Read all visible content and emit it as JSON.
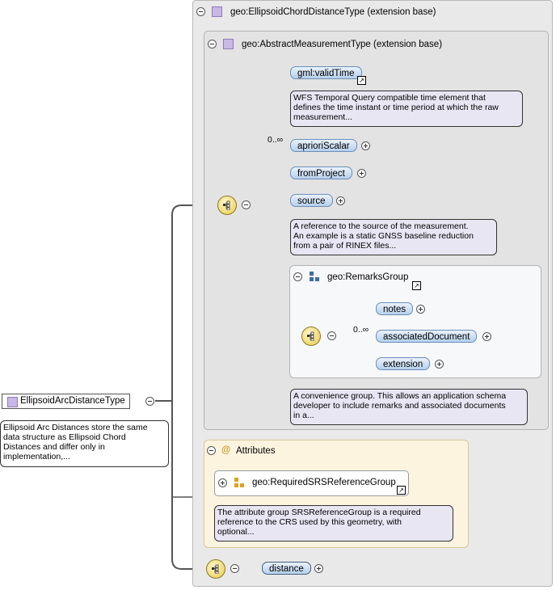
{
  "root": {
    "name": "EllipsoidArcDistanceType",
    "doc": [
      "Ellipsoid Arc Distances store the same",
      "data structure as Ellipsoid Chord",
      "Distances and differ only in",
      "implementation,..."
    ]
  },
  "outer_panel": {
    "title": "geo:EllipsoidChordDistanceType (extension base)"
  },
  "inner_panel": {
    "title": "geo:AbstractMeasurementType (extension base)"
  },
  "elements": {
    "validTime": {
      "name": "gml:validTime",
      "doc": [
        "WFS Temporal Query compatible time element that",
        "defines the time instant or time period at which the raw",
        "measurement..."
      ]
    },
    "aprioriScalar": {
      "name": "aprioriScalar",
      "cardinality": "0..∞"
    },
    "fromProject": {
      "name": "fromProject"
    },
    "source": {
      "name": "source",
      "doc": [
        "A reference to the source of the measurement.",
        "An example is a static GNSS baseline reduction",
        "from a pair of RINEX files..."
      ]
    },
    "notes": {
      "name": "notes"
    },
    "associatedDocument": {
      "name": "associatedDocument",
      "cardinality": "0..∞"
    },
    "extension": {
      "name": "extension"
    },
    "distance": {
      "name": "distance"
    }
  },
  "remarks_group": {
    "name": "geo:RemarksGroup",
    "doc": [
      "A convenience group. This allows an application schema",
      "developer to include remarks and associated documents",
      "in a..."
    ]
  },
  "attributes": {
    "title": "Attributes",
    "group": "geo:RequiredSRSReferenceGroup",
    "doc": [
      "The attribute group SRSReferenceGroup is a required",
      "reference to the CRS used by this geometry, with",
      "optional..."
    ]
  },
  "colors": {
    "element_fill": "#b7cfeb",
    "element_border": "#6a8fb8",
    "note_fill": "#e8e6f3",
    "attr_fill": "#fdf4e0",
    "compositor_fill": "#e8c94a"
  }
}
